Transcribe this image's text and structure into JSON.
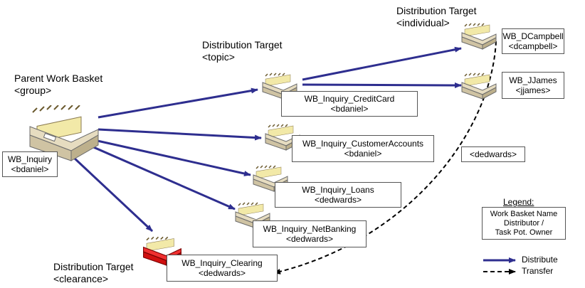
{
  "headings": {
    "parent": {
      "title": "Parent Work Basket",
      "sub": "<group>"
    },
    "topic": {
      "title": "Distribution Target",
      "sub": "<topic>"
    },
    "individual": {
      "title": "Distribution Target",
      "sub": "<individual>"
    },
    "clearance": {
      "title": "Distribution Target",
      "sub": "<clearance>"
    }
  },
  "baskets": {
    "inquiry": {
      "name": "WB_Inquiry",
      "owner": "<bdaniel>"
    },
    "creditcard": {
      "name": "WB_Inquiry_CreditCard",
      "owner": "<bdaniel>"
    },
    "customeraccounts": {
      "name": "WB_Inquiry_CustomerAccounts",
      "owner": "<bdaniel>"
    },
    "loans": {
      "name": "WB_Inquiry_Loans",
      "owner": "<dedwards>"
    },
    "netbanking": {
      "name": "WB_Inquiry_NetBanking",
      "owner": "<dedwards>"
    },
    "clearing": {
      "name": "WB_Inquiry_Clearing",
      "owner": "<dedwards>"
    },
    "dcampbell": {
      "name": "WB_DCampbell",
      "owner": "<dcampbell>"
    },
    "jjames": {
      "name": "WB_JJames",
      "owner": "<jjames>"
    }
  },
  "transfer_label": "<dedwards>",
  "legend": {
    "title": "Legend:",
    "box_line1": "Work Basket Name",
    "box_line2": "Distributor /",
    "box_line3": "Task Pot. Owner",
    "distribute": "Distribute",
    "transfer": "Transfer"
  },
  "colors": {
    "arrow": "#2e2e8f",
    "clearance_tray": "#e01010",
    "tray": "#d8c7a0",
    "cards": "#f2e9a8"
  }
}
